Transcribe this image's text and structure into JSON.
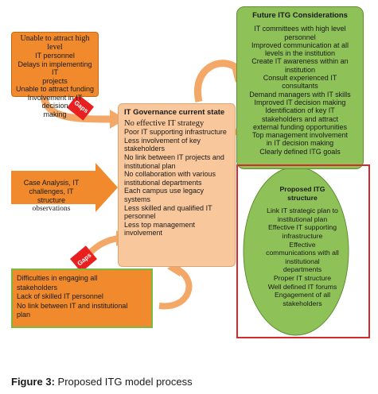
{
  "top_left_box": {
    "header": "Unable to attract high level",
    "lines": [
      "IT personnel",
      "Delays in implementing IT",
      "projects",
      "Unable to attract funding",
      "Involvement in IT decision",
      "making"
    ]
  },
  "case_analysis": {
    "lines": [
      "Case Analysis, IT",
      "challenges, IT structure"
    ],
    "last": "observations"
  },
  "bottom_left_box": {
    "lines": [
      "Difficulties in engaging all",
      "stakeholders",
      "Lack of skilled IT personnel",
      "No link between IT and institutional",
      "plan"
    ]
  },
  "gaps": {
    "top": "Gaps",
    "bottom": "Gaps"
  },
  "center_box": {
    "title": "IT Governance current state",
    "first": "No effective IT strategy",
    "lines": [
      "Poor IT supporting infrastructure",
      "Less involvement of key",
      "stakeholders",
      "No link between IT projects and",
      "institutional plan",
      "No collaboration with various",
      "institutional departments",
      "Each campus use legacy",
      "systems",
      "Less skilled and qualified IT",
      "personnel",
      "Less top management",
      "involvement"
    ]
  },
  "future_box": {
    "title": "Future ITG Considerations",
    "lines": [
      "IT committees with high level",
      "personnel",
      "Improved communication at all",
      "levels in the institution",
      "Create IT awareness within an",
      "institution",
      "Consult experienced IT",
      "consultants",
      "Demand managers with IT skills",
      "Improved IT decision making",
      "Identification of key IT",
      "stakeholders and attract",
      "external funding opportunities",
      "Top management involvement",
      "in IT decision making",
      "Clearly defined ITG goals"
    ]
  },
  "proposed_structure": {
    "title_lines": [
      "Proposed ITG",
      "structure"
    ],
    "lines": [
      "Link IT strategic plan to",
      "institutional plan",
      "Effective IT supporting",
      "infrastructure",
      "Effective",
      "communications with all",
      "institutional",
      "departments",
      "Proper IT structure",
      "Well defined IT forums",
      "Engagement of all",
      "stakeholders"
    ]
  },
  "caption": {
    "label": "Figure 3:",
    "text": " Proposed ITG model process"
  },
  "colors": {
    "orange": "#f08a2c",
    "peach": "#f9c79c",
    "green": "#8ec158",
    "red": "#d62a2a"
  }
}
